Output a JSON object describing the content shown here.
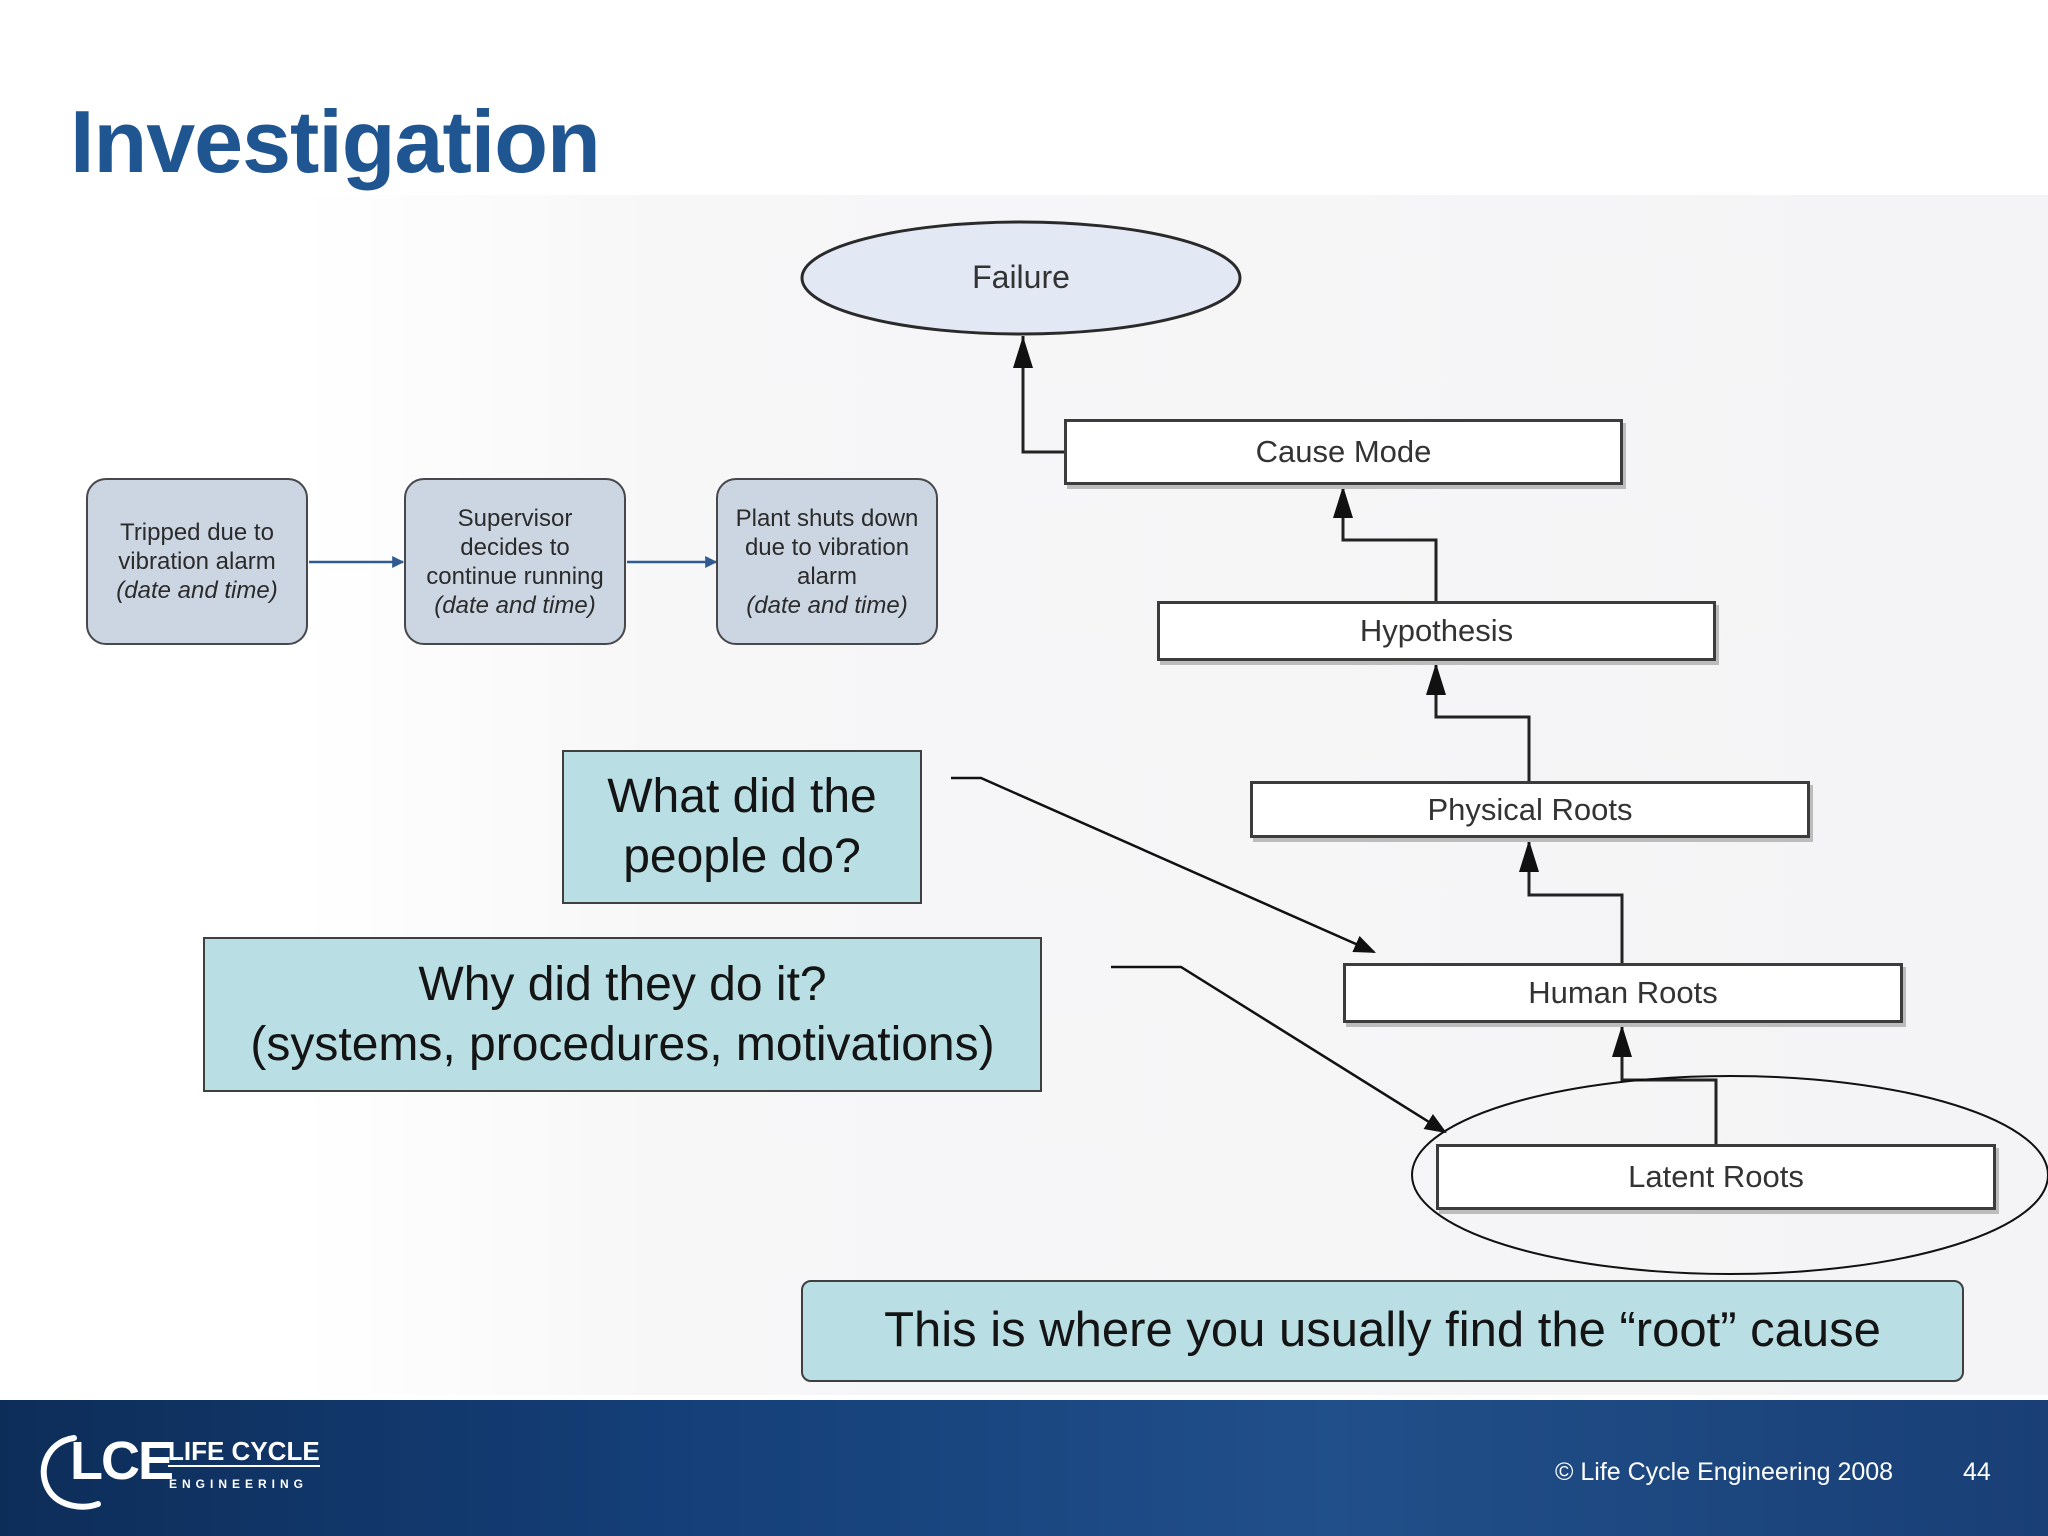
{
  "slide": {
    "title": "Investigation",
    "page_number": "44"
  },
  "timeline": [
    {
      "line1": "Tripped due to",
      "line2": "vibration alarm",
      "line3": "",
      "detail": "(date and time)"
    },
    {
      "line1": "Supervisor",
      "line2": "decides to",
      "line3": "continue running",
      "detail": "(date and time)"
    },
    {
      "line1": "Plant shuts down",
      "line2": "due to vibration",
      "line3": "alarm",
      "detail": "(date and time)"
    }
  ],
  "hierarchy": {
    "failure": "Failure",
    "cause_mode": "Cause Mode",
    "hypothesis": "Hypothesis",
    "physical_roots": "Physical Roots",
    "human_roots": "Human Roots",
    "latent_roots": "Latent Roots"
  },
  "callouts": {
    "people_line1": "What did the",
    "people_line2": "people do?",
    "why_line1": "Why did they do it?",
    "why_line2": "(systems, procedures, motivations)",
    "root_note": "This is where you usually find the “root” cause"
  },
  "footer": {
    "logo_mark": "LCE",
    "logo_name": "LIFE CYCLE",
    "logo_sub": "ENGINEERING",
    "copyright": "© Life Cycle Engineering 2008"
  },
  "colors": {
    "title": "#1f5591",
    "callout_fill": "#b9dfe4",
    "timeline_fill": "#ccd6e3",
    "failure_fill": "#e3e8f5",
    "footer_bar": "#15407a"
  }
}
